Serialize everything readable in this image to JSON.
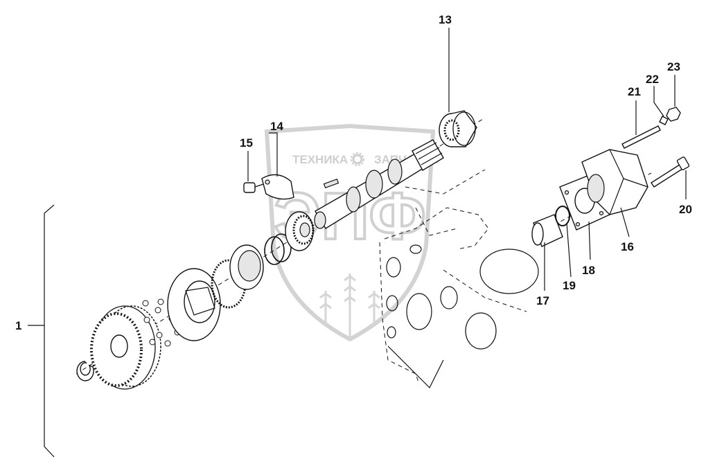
{
  "watermark": {
    "text_left": "ТЕХНИКА",
    "text_right": "ЗАПЧАСТИ",
    "monogram": "ЭПФ",
    "gear_icon": "gear-icon"
  },
  "callouts": {
    "c1": "1",
    "c13": "13",
    "c14": "14",
    "c15": "15",
    "c16": "16",
    "c17": "17",
    "c18": "18",
    "c19": "19",
    "c20": "20",
    "c21": "21",
    "c22": "22",
    "c23": "23"
  }
}
